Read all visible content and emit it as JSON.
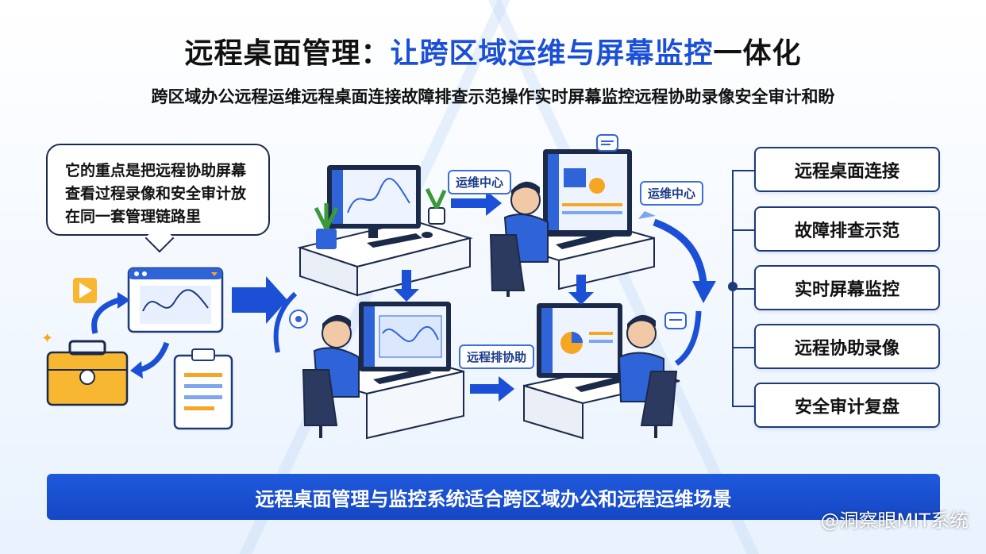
{
  "title": {
    "part1": "远程桌面管理：",
    "part2": "让跨区域运维与屏幕监控",
    "part3": "一体化"
  },
  "subtitle": "跨区域办公远程运维远程桌面连接故障排查示范操作实时屏幕监控远程协助录像安全审计和盼",
  "bubble": {
    "line1": "它的重点是把远程协助屏幕",
    "line2": "查看过程录像和安全审计放",
    "line3": "在同一套管理链路里"
  },
  "tags": {
    "ops_center_1": "运维中心",
    "ops_center_2": "运维中心",
    "remote_assist": "远程排协助"
  },
  "features": [
    "远程桌面连接",
    "故障排查示范",
    "实时屏幕监控",
    "远程协助录像",
    "安全审计复盘"
  ],
  "banner": "远程桌面管理与监控系统适合跨区域办公和远程运维场景",
  "watermark": "@洞察眼MIT系统",
  "colors": {
    "primary": "#1a4fd6",
    "dark": "#1d3a7a",
    "orange": "#f5a623"
  }
}
